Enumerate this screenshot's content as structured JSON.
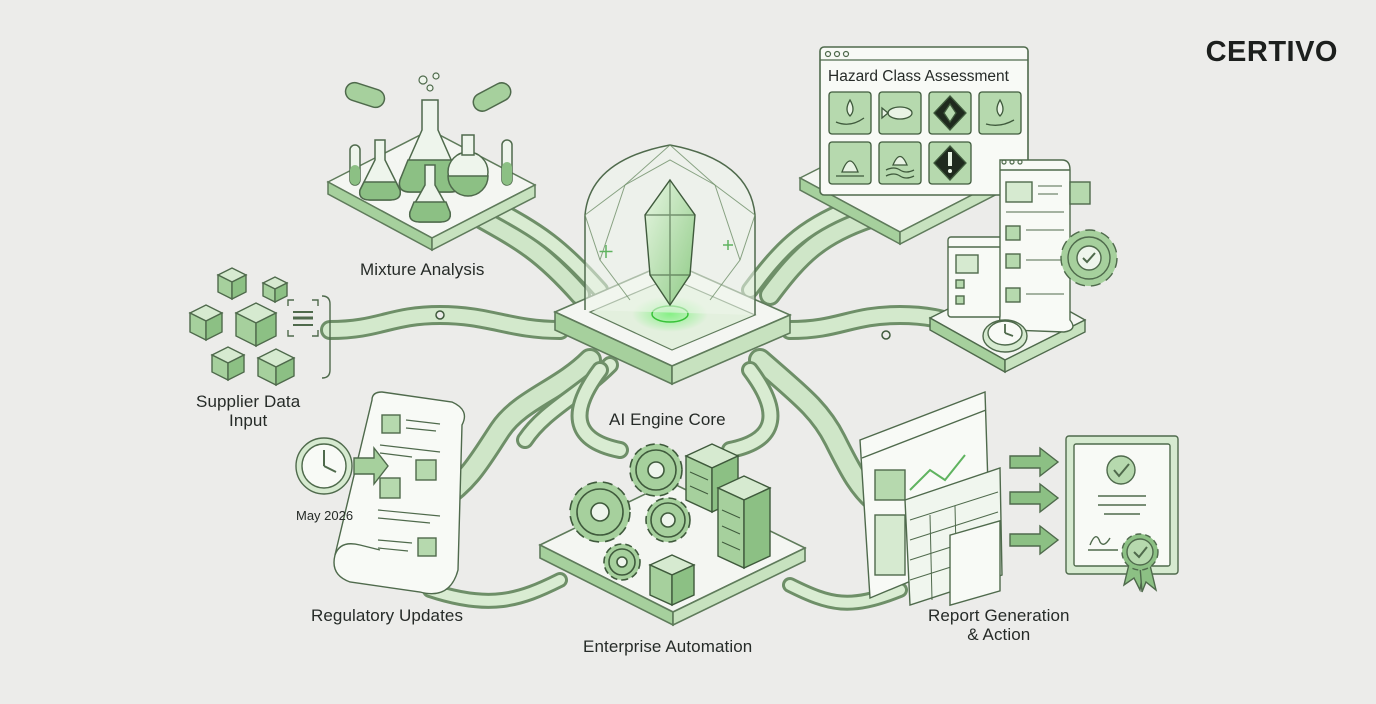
{
  "brand": {
    "name": "CERTIVO"
  },
  "nodes": {
    "core": {
      "label": "AI Engine Core"
    },
    "mixture": {
      "label": "Mixture Analysis"
    },
    "supplier": {
      "label_line1": "Supplier Data",
      "label_line2": "Input"
    },
    "regulatory": {
      "label": "Regulatory Updates",
      "date": "May 2026"
    },
    "enterprise": {
      "label": "Enterprise Automation"
    },
    "hazard": {
      "title": "Hazard Class Assessment"
    },
    "report": {
      "label_line1": "Report Generation",
      "label_line2": "& Action"
    }
  },
  "icons": [
    "flask-icon",
    "test-tube-icon",
    "box-icon",
    "barcode-icon",
    "clock-icon",
    "gear-icon",
    "server-icon",
    "document-icon",
    "hazard-pictogram-icon",
    "checkmark-icon",
    "arrow-right-icon",
    "certificate-icon",
    "award-ribbon-icon"
  ],
  "colors": {
    "background": "#ececea",
    "accent": "#8cc084",
    "accent_light": "#d6ead0",
    "outline": "#4f6a4c",
    "glow": "#5fd35f"
  }
}
